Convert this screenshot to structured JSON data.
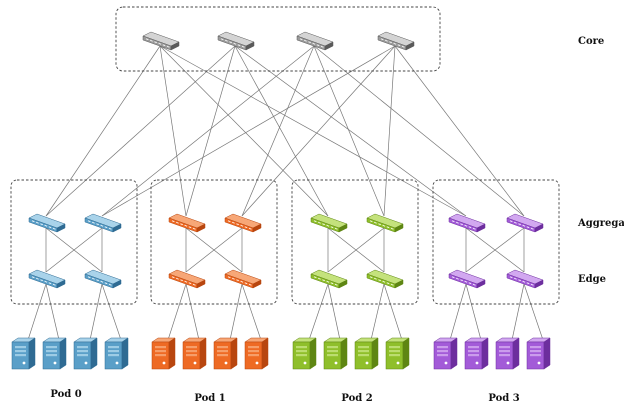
{
  "layers": {
    "core": "Core",
    "aggregation": "Aggregation",
    "edge": "Edge"
  },
  "pods": [
    {
      "label": "Pod 0",
      "color": "#5a9fc8",
      "dark": "#2f6b93",
      "light": "#a9d3ea"
    },
    {
      "label": "Pod 1",
      "color": "#ee6a24",
      "dark": "#b8460f",
      "light": "#f7a777"
    },
    {
      "label": "Pod 2",
      "color": "#8fbf2b",
      "dark": "#5e8613",
      "light": "#c4e27c"
    },
    {
      "label": "Pod 3",
      "color": "#a35bd8",
      "dark": "#6d2e9e",
      "light": "#d2a8f0"
    }
  ],
  "core_switch_color": "#9a9a9a",
  "icons": {
    "switch": "network-switch-icon",
    "server": "server-tower-icon"
  }
}
